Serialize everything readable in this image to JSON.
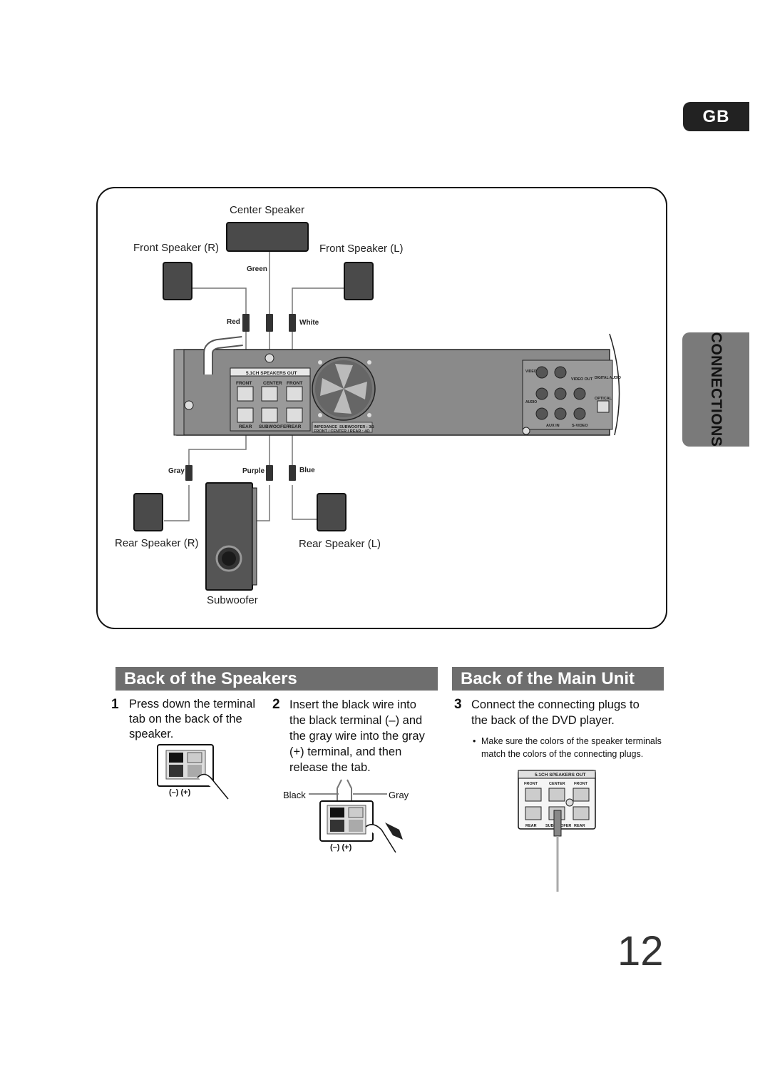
{
  "lang_tab": "GB",
  "chapter_tab": "CONNECTIONS",
  "diagram": {
    "center_speaker": "Center Speaker",
    "front_right": "Front Speaker (R)",
    "front_left": "Front Speaker (L)",
    "rear_right": "Rear Speaker (R)",
    "rear_left": "Rear Speaker (L)",
    "subwoofer": "Subwoofer",
    "wire_green": "Green",
    "wire_red": "Red",
    "wire_white": "White",
    "wire_gray": "Gray",
    "wire_purple": "Purple",
    "wire_blue": "Blue",
    "panel_title": "5.1CH SPEAKERS OUT",
    "panel_front_r": "FRONT",
    "panel_center": "CENTER",
    "panel_front_l": "FRONT",
    "panel_rear_r": "REAR",
    "panel_subwoofer": "SUBWOOFER",
    "panel_rear_l": "REAR",
    "impedance_label": "IMPEDANCE",
    "impedance_sub": "SUBWOOFER : 3Ω",
    "impedance_other": "FRONT / CENTER / REAR : 4Ω",
    "video_label": "VIDEO",
    "video_out": "VIDEO OUT",
    "digital_audio": "DIGITAL AUDIO",
    "optical": "OPTICAL",
    "audio_label": "AUDIO",
    "aux_in": "AUX IN",
    "s_video": "S-VIDEO"
  },
  "sections": {
    "speakers_title": "Back of the Speakers",
    "main_unit_title": "Back of the Main Unit"
  },
  "steps": [
    {
      "num": "1",
      "lines": [
        "Press down the terminal",
        "tab on the back of the",
        "speaker."
      ]
    },
    {
      "num": "2",
      "lines": [
        "Insert the black wire into",
        "the black terminal (–) and",
        "the gray wire into the gray",
        "(+) terminal, and then",
        "release the tab."
      ]
    },
    {
      "num": "3",
      "lines": [
        "Connect the connecting plugs to",
        "the back of the DVD player."
      ]
    }
  ],
  "note": [
    "Make sure the colors of the speaker terminals",
    "match the colors of the connecting plugs."
  ],
  "fig1": {
    "polarity": "(–)  (+)"
  },
  "fig2": {
    "black": "Black",
    "gray": "Gray",
    "polarity": "(–)  (+)"
  },
  "fig3": {
    "title": "5.1CH SPEAKERS OUT",
    "front_r": "FRONT",
    "center": "CENTER",
    "front_l": "FRONT",
    "rear_r": "REAR",
    "subwoofer": "SUBWOOFER",
    "rear_l": "REAR"
  },
  "page_number": "12"
}
